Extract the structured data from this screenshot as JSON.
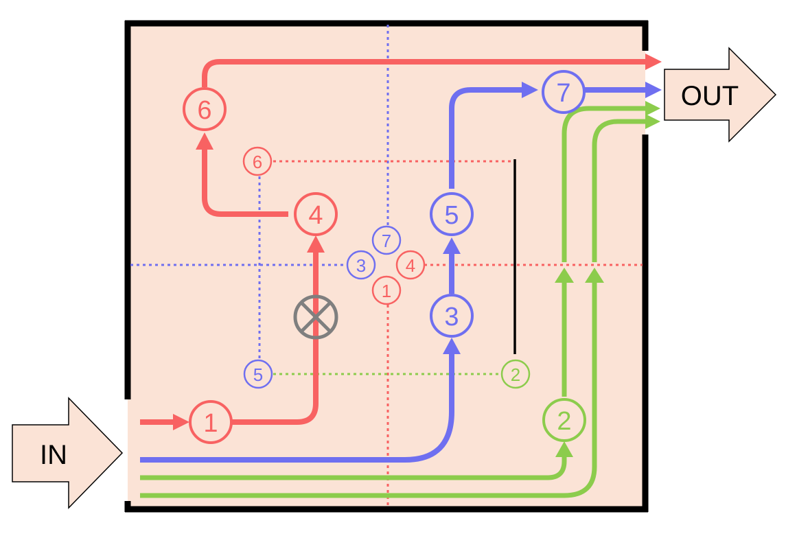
{
  "labels": {
    "in": "IN",
    "out": "OUT"
  },
  "colors": {
    "background": "#fbe3d6",
    "wall": "#000000",
    "red": "#f86262",
    "blue": "#6f6ff0",
    "green": "#8ccc4c",
    "blocked": "#7f7f7f",
    "arrow_fill": "#fbe3d6"
  },
  "red_path": {
    "nodes": [
      "1",
      "4",
      "6"
    ]
  },
  "blue_path": {
    "nodes": [
      "3",
      "5",
      "7"
    ]
  },
  "green_paths": {
    "nodes": [
      "2"
    ]
  },
  "small_markers": {
    "red": [
      "6",
      "4",
      "1"
    ],
    "blue": [
      "7",
      "3",
      "5"
    ],
    "green": [
      "2"
    ]
  },
  "blocked_icon": "blocked-x-circle-icon"
}
